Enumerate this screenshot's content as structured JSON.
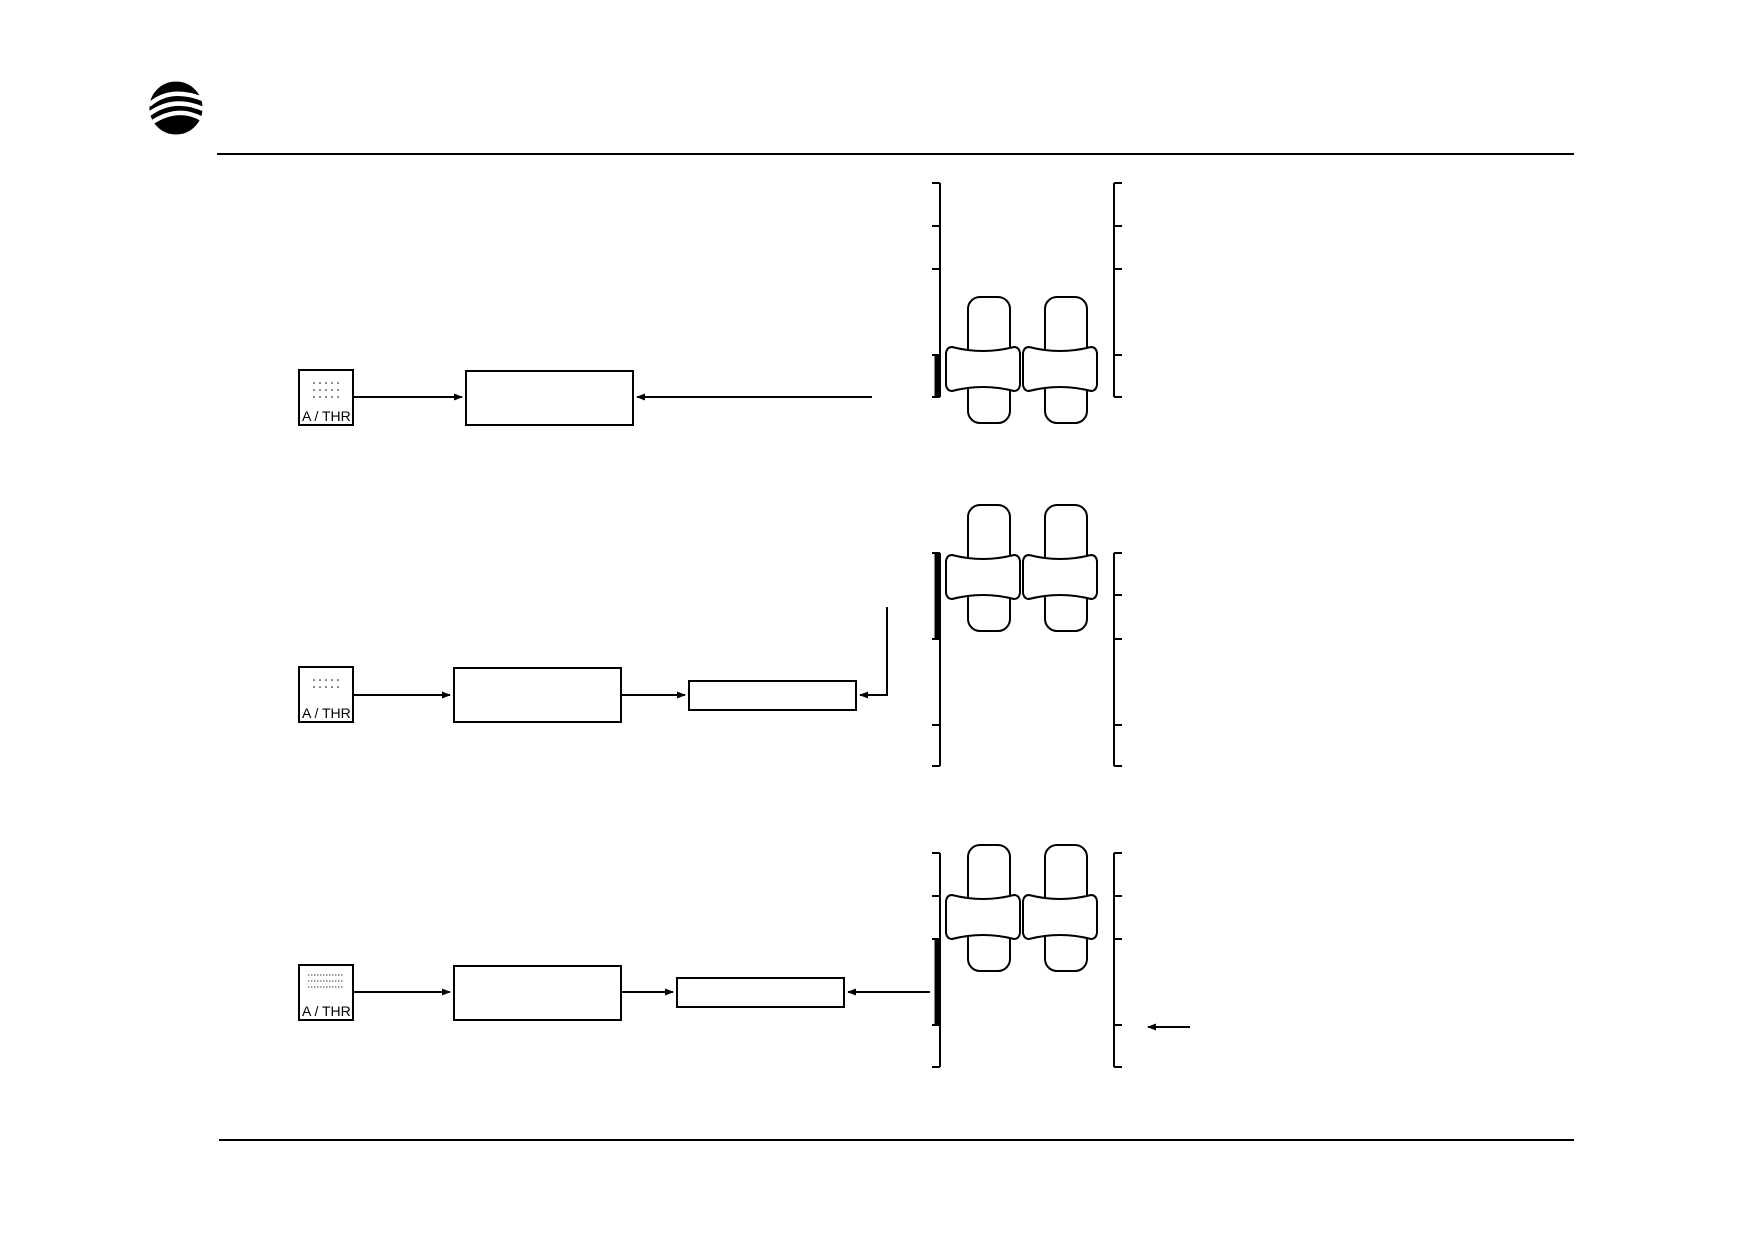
{
  "page": {
    "logo": "company-logo",
    "background": "#ffffff",
    "ink": "#000000"
  },
  "panels": [
    {
      "button_label": "A / THR",
      "button_display": "dots",
      "has_intermediate_box": false,
      "lever_position": "idle",
      "external_arrow": false
    },
    {
      "button_label": "A / THR",
      "button_display": "dots",
      "has_intermediate_box": true,
      "lever_position": "toga",
      "external_arrow": false
    },
    {
      "button_label": "A / THR",
      "button_display": "dashes",
      "has_intermediate_box": true,
      "lever_position": "climb-to-idle",
      "external_arrow": true
    }
  ]
}
